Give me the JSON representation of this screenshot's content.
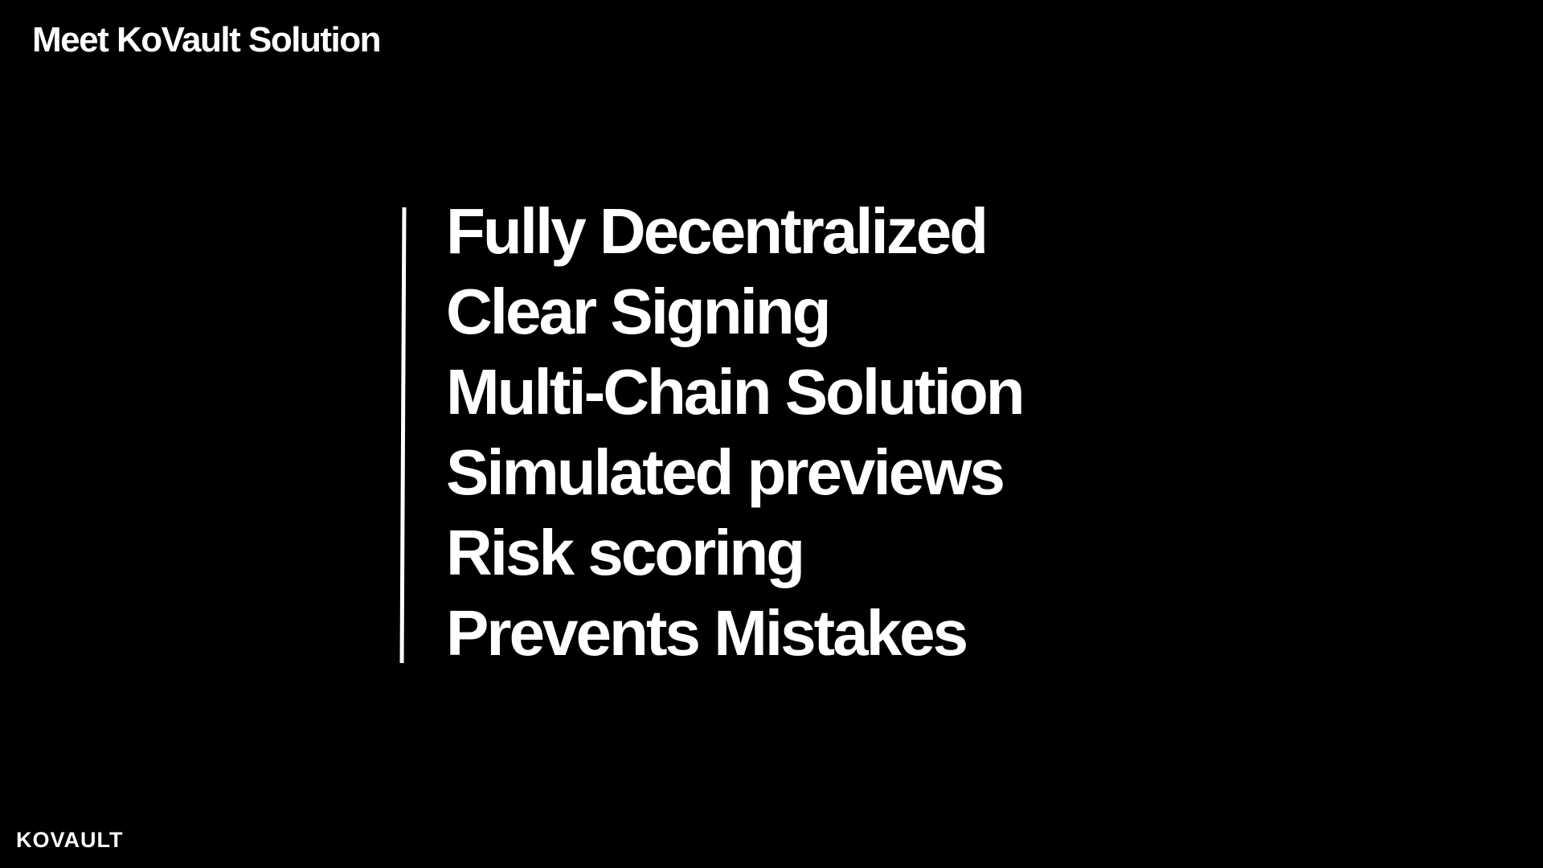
{
  "slide": {
    "title": "Meet KoVault Solution",
    "features": [
      "Fully Decentralized",
      "Clear Signing",
      "Multi-Chain Solution",
      "Simulated previews",
      "Risk scoring",
      "Prevents Mistakes"
    ],
    "logo_text": "KOVAULT"
  },
  "colors": {
    "background": "#000000",
    "text": "#ffffff",
    "divider": "#ffffff"
  }
}
